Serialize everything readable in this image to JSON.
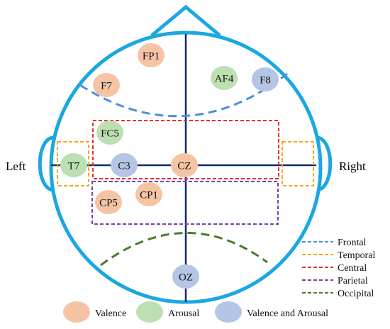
{
  "colors": {
    "head": "#1aa7e2",
    "axis": "#0d2a6b",
    "valence": "#f5c4a4",
    "arousal": "#bde0b2",
    "both": "#b4c5e6",
    "frontal": "#4a90d9",
    "temporal": "#f3a91c",
    "central": "#e62e2e",
    "parietal": "#7b3fa6",
    "occipital": "#4a7c2a"
  },
  "labels": {
    "left": "Left",
    "right": "Right"
  },
  "electrodes": [
    {
      "id": "FP1",
      "label": "FP1",
      "category": "valence"
    },
    {
      "id": "F7",
      "label": "F7",
      "category": "valence"
    },
    {
      "id": "AF4",
      "label": "AF4",
      "category": "arousal"
    },
    {
      "id": "F8",
      "label": "F8",
      "category": "both"
    },
    {
      "id": "FC5",
      "label": "FC5",
      "category": "arousal"
    },
    {
      "id": "T7",
      "label": "T7",
      "category": "arousal"
    },
    {
      "id": "C3",
      "label": "C3",
      "category": "both"
    },
    {
      "id": "CZ",
      "label": "CZ",
      "category": "valence"
    },
    {
      "id": "CP1",
      "label": "CP1",
      "category": "valence"
    },
    {
      "id": "CP5",
      "label": "CP5",
      "category": "valence"
    },
    {
      "id": "OZ",
      "label": "OZ",
      "category": "both"
    }
  ],
  "regions_legend": [
    {
      "id": "frontal",
      "label": "Frontal"
    },
    {
      "id": "temporal",
      "label": "Temporal"
    },
    {
      "id": "central",
      "label": "Central"
    },
    {
      "id": "parietal",
      "label": "Parietal"
    },
    {
      "id": "occipital",
      "label": "Occipital"
    }
  ],
  "category_legend": [
    {
      "id": "valence",
      "label": "Valence"
    },
    {
      "id": "arousal",
      "label": "Arousal"
    },
    {
      "id": "both",
      "label": "Valence and Arousal"
    }
  ]
}
